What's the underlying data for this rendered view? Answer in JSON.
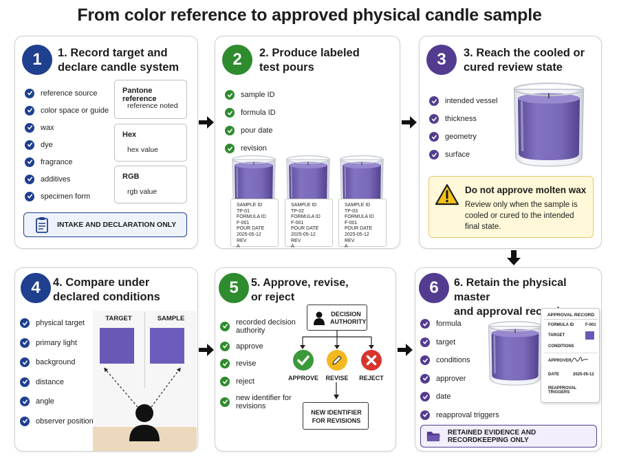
{
  "title": "From color reference to approved physical candle sample",
  "colors": {
    "blue": "#1f3f8f",
    "green": "#2e8b2e",
    "purple": "#533c90",
    "wax": "#7d6bb8",
    "check_blue": "#1f3f8f",
    "check_green": "#2e8b2e",
    "check_purple": "#533c90"
  },
  "p1": {
    "num": "1",
    "title_l1": "1. Record target and",
    "title_l2": "declare candle system",
    "items": [
      "reference source",
      "color space or guide",
      "wax",
      "dye",
      "fragrance",
      "additives",
      "specimen form"
    ],
    "boxes": [
      {
        "heading": "Pantone reference",
        "value": "reference noted"
      },
      {
        "heading": "Hex",
        "value": "hex value"
      },
      {
        "heading": "RGB",
        "value": "rgb value"
      }
    ],
    "banner": "INTAKE AND DECLARATION ONLY",
    "banner_icon": "clipboard-icon"
  },
  "p2": {
    "num": "2",
    "title_l1": "2. Produce labeled",
    "title_l2": "test pours",
    "items": [
      "sample ID",
      "formula ID",
      "pour date",
      "revision"
    ],
    "labels": [
      {
        "l1": "SAMPLE ID",
        "l2": "TP-01",
        "l3": "FORMULA ID",
        "l4": "F-001",
        "l5": "POUR DATE",
        "l6": "2025-05-12",
        "l7": "REV",
        "l8": "A"
      },
      {
        "l1": "SAMPLE ID",
        "l2": "TP-02",
        "l3": "FORMULA ID",
        "l4": "F-001",
        "l5": "POUR DATE",
        "l6": "2025-05-12",
        "l7": "REV",
        "l8": "A"
      },
      {
        "l1": "SAMPLE ID",
        "l2": "TP-03",
        "l3": "FORMULA ID",
        "l4": "F-001",
        "l5": "POUR DATE",
        "l6": "2025-05-12",
        "l7": "REV",
        "l8": "A"
      }
    ]
  },
  "p3": {
    "num": "3",
    "title_l1": "3. Reach the cooled or",
    "title_l2": "cured review state",
    "items": [
      "intended vessel",
      "thickness",
      "geometry",
      "surface"
    ],
    "warn_title": "Do not approve molten wax",
    "warn_l1": "Review only when the sample is",
    "warn_l2": "cooled or cured to the intended",
    "warn_l3": "final state."
  },
  "p4": {
    "num": "4",
    "title_l1": "4. Compare under",
    "title_l2": "declared conditions",
    "items": [
      "physical target",
      "primary light",
      "background",
      "distance",
      "angle",
      "observer position"
    ],
    "target_label": "TARGET",
    "sample_label": "SAMPLE"
  },
  "p5": {
    "num": "5",
    "title_l1": "5. Approve, revise,",
    "title_l2": "or reject",
    "items": [
      "recorded decision authority",
      "approve",
      "revise",
      "reject",
      "new identifier for revisions"
    ],
    "authority_l1": "DECISION",
    "authority_l2": "AUTHORITY",
    "approve": "APPROVE",
    "revise": "REVISE",
    "reject": "REJECT",
    "newid_l1": "NEW IDENTIFIER",
    "newid_l2": "FOR REVISIONS"
  },
  "p6": {
    "num": "6",
    "title_l1": "6. Retain the physical master",
    "title_l2": "and approval record",
    "items": [
      "formula",
      "target",
      "conditions",
      "approver",
      "date",
      "reapproval triggers"
    ],
    "record_title": "APPROVAL RECORD",
    "formula_label": "FORMULA ID",
    "formula_value": "F-001",
    "target_label": "TARGET",
    "conditions_label": "CONDITIONS",
    "approver_label": "APPROVER",
    "date_label": "DATE",
    "date_value": "2025-05-12",
    "triggers_label": "REAPPROVAL TRIGGERS",
    "banner": "RETAINED EVIDENCE AND RECORDKEEPING ONLY",
    "banner_icon": "folder-icon"
  }
}
